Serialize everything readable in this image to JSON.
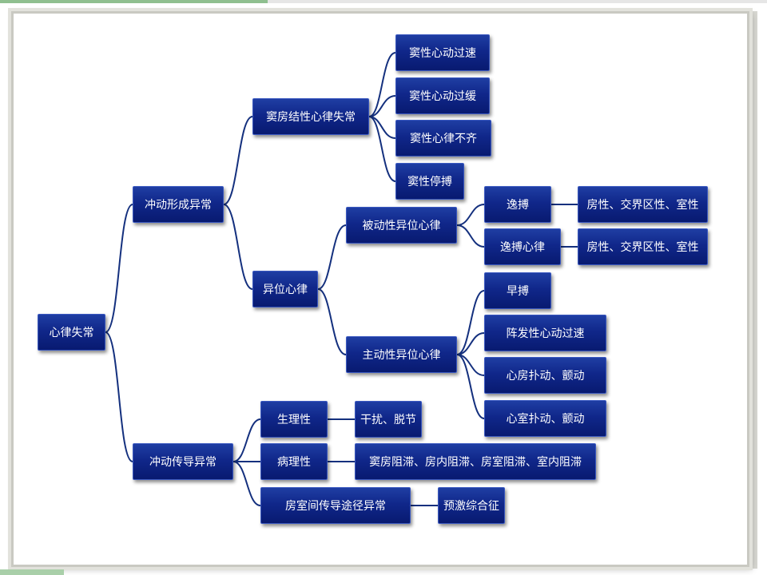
{
  "diagram": {
    "root": "心律失常",
    "nodes": {
      "n_root": "心律失常",
      "n_form": "冲动形成异常",
      "n_cond": "冲动传导异常",
      "n_sinus": "窦房结性心律失常",
      "n_ectopic": "异位心律",
      "n_sinus_tachy": "窦性心动过速",
      "n_sinus_brady": "窦性心动过缓",
      "n_sinus_arr": "窦性心律不齐",
      "n_sinus_arrest": "窦性停搏",
      "n_passive": "被动性异位心律",
      "n_active": "主动性异位心律",
      "n_escape": "逸搏",
      "n_escape_rhythm": "逸搏心律",
      "n_escape_loc": "房性、交界区性、室性",
      "n_escape_rhythm_loc": "房性、交界区性、室性",
      "n_premature": "早搏",
      "n_psvt": "阵发性心动过速",
      "n_af": "心房扑动、颤动",
      "n_vf": "心室扑动、颤动",
      "n_physio": "生理性",
      "n_patho": "病理性",
      "n_av_path": "房室间传导途径异常",
      "n_interfere": "干扰、脱节",
      "n_block": "窦房阻滞、房内阻滞、房室阻滞、室内阻滞",
      "n_wpw": "预激综合征"
    }
  }
}
